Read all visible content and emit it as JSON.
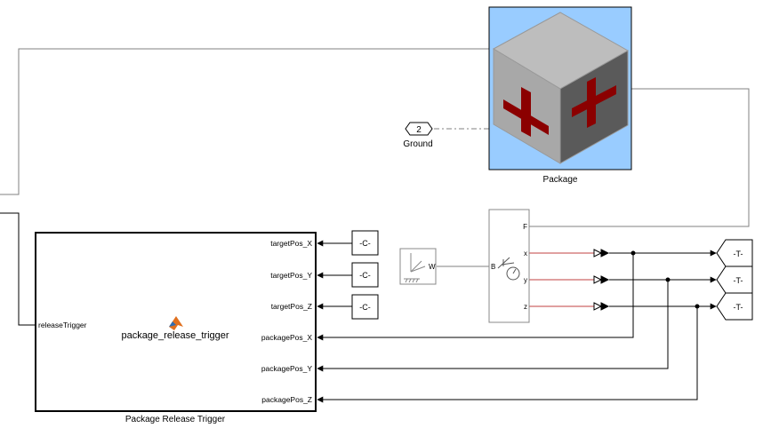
{
  "package_block": {
    "label": "Package",
    "bg_color": "#99ccff",
    "cross_color": "#8b0000"
  },
  "ground_port": {
    "number": "2",
    "label": "Ground"
  },
  "trigger_block": {
    "title": "Package Release Trigger",
    "function_name": "package_release_trigger",
    "inputs": {
      "release_trigger": "releaseTrigger",
      "target_x": "targetPos_X",
      "target_y": "targetPos_Y",
      "target_z": "targetPos_Z",
      "package_x": "packagePos_X",
      "package_y": "packagePos_Y",
      "package_z": "packagePos_Z"
    }
  },
  "constants": [
    "-C-",
    "-C-",
    "-C-"
  ],
  "world_frame": {
    "port": "W"
  },
  "sensor_block": {
    "in_port": "B",
    "ports": {
      "f": "F",
      "x": "x",
      "y": "y",
      "z": "z"
    }
  },
  "goto_tags": [
    "-T-",
    "-T-",
    "-T-"
  ]
}
